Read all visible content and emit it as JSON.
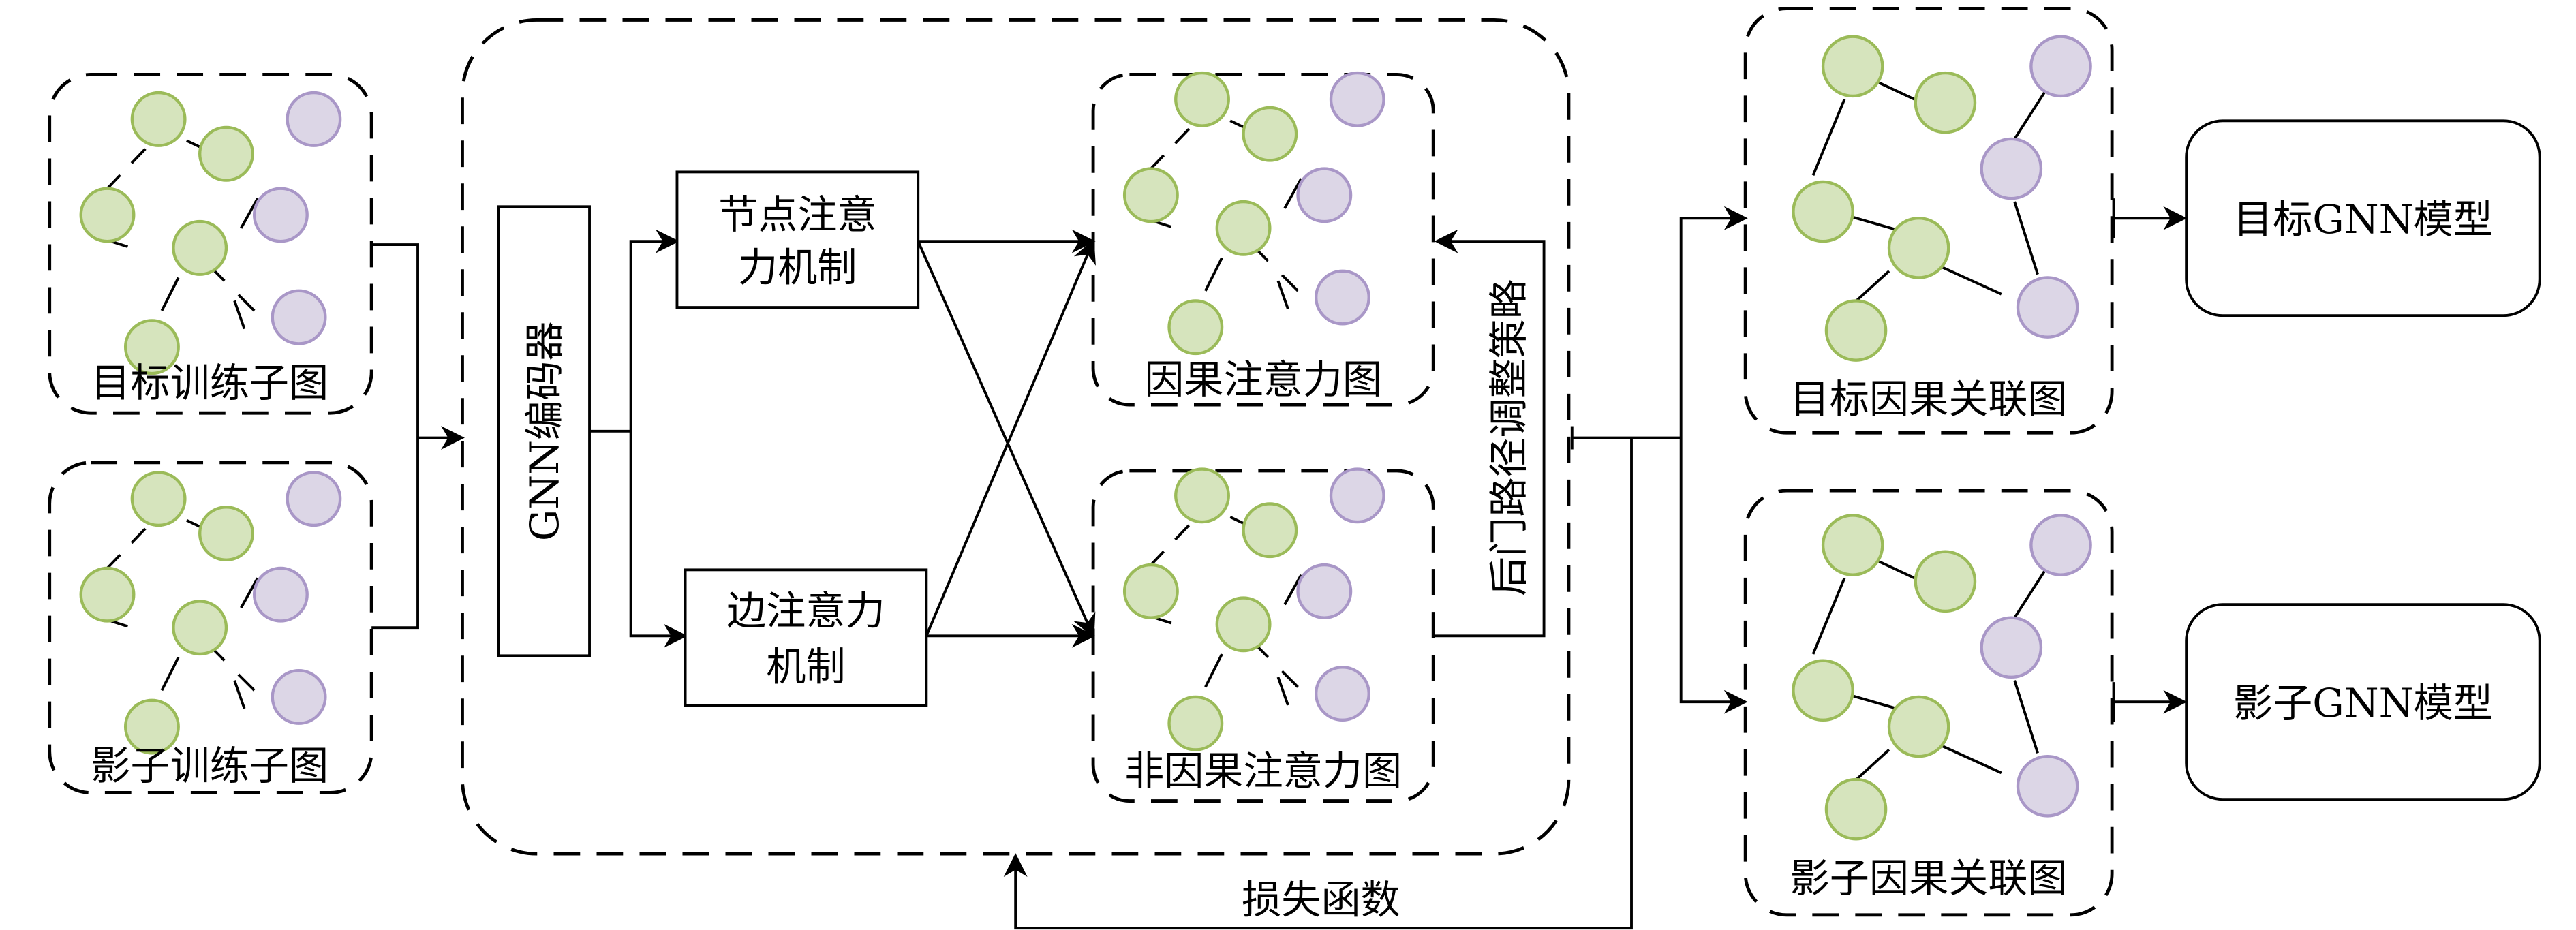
{
  "diagram": {
    "inputs": {
      "target_subgraph": "目标训练子图",
      "shadow_subgraph": "影子训练子图"
    },
    "encoder": "GNN编码器",
    "node_attention": [
      "节点注意",
      "力机制"
    ],
    "edge_attention": [
      "边注意力",
      "机制"
    ],
    "causal_attention_graph": "因果注意力图",
    "noncausal_attention_graph": "非因果注意力图",
    "backdoor_strategy": "后门路径调整策略",
    "loss_function": "损失函数",
    "target_causal_graph": "目标因果关联图",
    "shadow_causal_graph": "影子因果关联图",
    "target_model": "目标GNN模型",
    "shadow_model": "影子GNN模型",
    "colors": {
      "green_node_fill": "#d6e4bd",
      "green_node_stroke": "#9bbb59",
      "purple_node_fill": "#dcd6e6",
      "purple_node_stroke": "#a997c7"
    }
  }
}
